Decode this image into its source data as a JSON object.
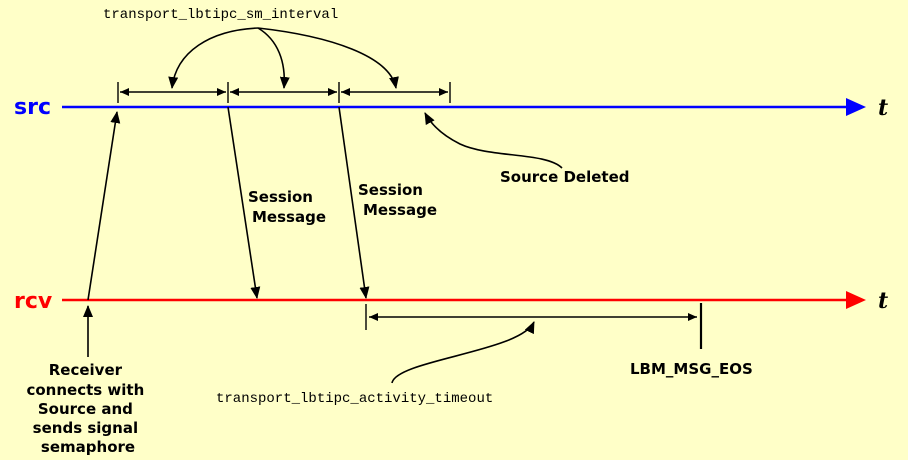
{
  "timelines": {
    "src_label": "src",
    "rcv_label": "rcv",
    "time_label": "t",
    "src_color": "#0000ff",
    "rcv_color": "#ff0000"
  },
  "labels": {
    "sm_interval": "transport_lbtipc_sm_interval",
    "session_message_1": [
      "Session",
      "Message"
    ],
    "session_message_2": [
      "Session",
      "Message"
    ],
    "source_deleted": "Source Deleted",
    "activity_timeout": "transport_lbtipc_activity_timeout",
    "eos": "LBM_MSG_EOS",
    "receiver_connects": [
      "Receiver",
      "connects with",
      "Source and",
      "sends signal",
      "semaphore"
    ]
  }
}
